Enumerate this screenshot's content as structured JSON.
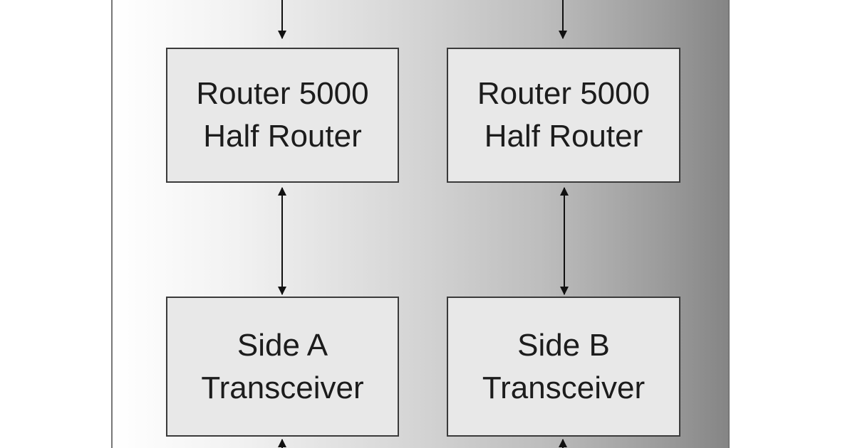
{
  "diagram": {
    "nodes": [
      {
        "id": "router-a",
        "lines": [
          "Router 5000",
          "Half Router"
        ]
      },
      {
        "id": "router-b",
        "lines": [
          "Router 5000",
          "Half Router"
        ]
      },
      {
        "id": "side-a",
        "lines": [
          "Side A",
          "Transceiver"
        ]
      },
      {
        "id": "side-b",
        "lines": [
          "Side B",
          "Transceiver"
        ]
      }
    ],
    "edges": [
      {
        "from": "above-a",
        "to": "router-a",
        "type": "one-way"
      },
      {
        "from": "above-b",
        "to": "router-b",
        "type": "one-way"
      },
      {
        "from": "router-a",
        "to": "side-a",
        "type": "bidirectional"
      },
      {
        "from": "router-b",
        "to": "side-b",
        "type": "bidirectional"
      },
      {
        "from": "side-a",
        "to": "below-a",
        "type": "continues-off-image"
      },
      {
        "from": "side-b",
        "to": "below-b",
        "type": "continues-off-image"
      }
    ]
  }
}
